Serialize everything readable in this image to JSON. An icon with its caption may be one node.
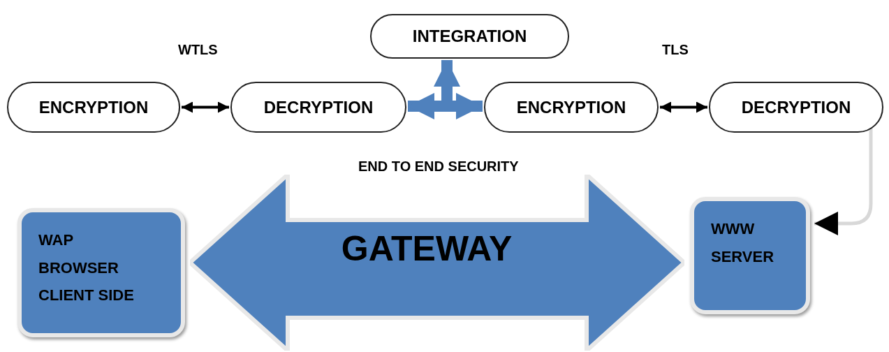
{
  "diagram": {
    "nodes": [
      {
        "text": [
          "INTEGRATION"
        ]
      },
      {
        "text": [
          "ENCRYPTION"
        ]
      },
      {
        "text": [
          "DECRYPTION"
        ]
      },
      {
        "text": [
          "ENCRYPTION"
        ]
      },
      {
        "text": [
          "DECRYPTION"
        ]
      },
      {
        "text": [
          "WAP BROWSER CLIENT SIDE"
        ]
      },
      {
        "text": [
          "GATEWAY"
        ]
      },
      {
        "text": [
          "WWW SERVER"
        ]
      }
    ],
    "edges": [
      {
        "from": 1,
        "to": 2,
        "arrow": "both",
        "color": "#000000"
      },
      {
        "from": 3,
        "to": 4,
        "arrow": "both",
        "color": "#000000"
      },
      {
        "from": null,
        "to": 2,
        "arrow": "to",
        "style": "thick",
        "color": "#4f81bd"
      },
      {
        "from": null,
        "to": 3,
        "arrow": "to",
        "style": "thick",
        "color": "#4f81bd"
      },
      {
        "from": null,
        "to": 0,
        "arrow": "to",
        "style": "thick",
        "color": "#4f81bd"
      },
      {
        "from": 4,
        "to": 7,
        "arrow": "to",
        "color": "#d8d8d8"
      }
    ],
    "labels": [
      "WTLS",
      "TLS",
      "END TO END SECURITY"
    ]
  }
}
